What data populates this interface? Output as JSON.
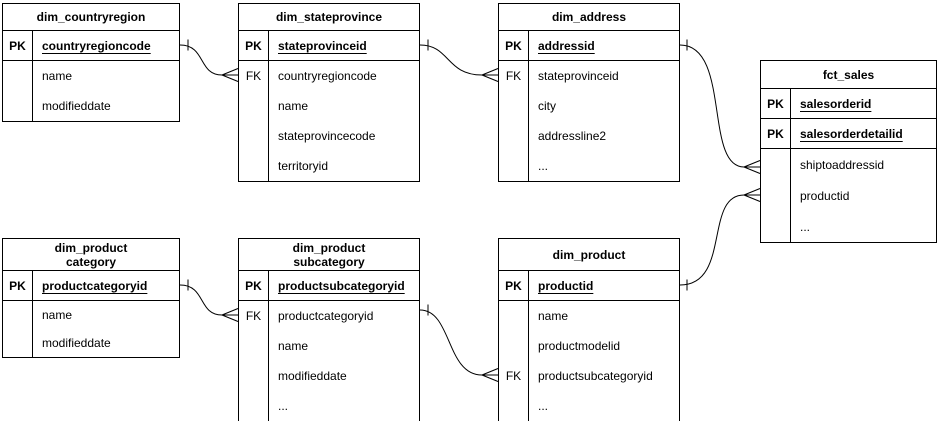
{
  "colors": {
    "line": "#000000",
    "background": "#ffffff",
    "text": "#000000"
  },
  "tables": {
    "countryregion": {
      "title": "dim_countryregion",
      "key_rows": [
        {
          "label": "PK",
          "name": "countryregioncode"
        }
      ],
      "attrs": [
        {
          "label": "",
          "name": "name"
        },
        {
          "label": "",
          "name": "modifieddate"
        }
      ]
    },
    "stateprovince": {
      "title": "dim_stateprovince",
      "key_rows": [
        {
          "label": "PK",
          "name": "stateprovinceid"
        }
      ],
      "attrs": [
        {
          "label": "FK",
          "name": "countryregioncode"
        },
        {
          "label": "",
          "name": "name"
        },
        {
          "label": "",
          "name": "stateprovincecode"
        },
        {
          "label": "",
          "name": "territoryid"
        }
      ]
    },
    "address": {
      "title": "dim_address",
      "key_rows": [
        {
          "label": "PK",
          "name": "addressid"
        }
      ],
      "attrs": [
        {
          "label": "FK",
          "name": "stateprovinceid"
        },
        {
          "label": "",
          "name": "city"
        },
        {
          "label": "",
          "name": "addressline2"
        },
        {
          "label": "",
          "name": "..."
        }
      ]
    },
    "fct_sales": {
      "title": "fct_sales",
      "key_rows": [
        {
          "label": "PK",
          "name": "salesorderid"
        },
        {
          "label": "PK",
          "name": "salesorderdetailid"
        }
      ],
      "attrs": [
        {
          "label": "",
          "name": "shiptoaddressid"
        },
        {
          "label": "",
          "name": "productid"
        },
        {
          "label": "",
          "name": "..."
        }
      ]
    },
    "category": {
      "title": "dim_product\ncategory",
      "key_rows": [
        {
          "label": "PK",
          "name": "productcategoryid"
        }
      ],
      "attrs": [
        {
          "label": "",
          "name": "name"
        },
        {
          "label": "",
          "name": "modifieddate"
        }
      ]
    },
    "subcategory": {
      "title": "dim_product\nsubcategory",
      "key_rows": [
        {
          "label": "PK",
          "name": "productsubcategoryid"
        }
      ],
      "attrs": [
        {
          "label": "FK",
          "name": "productcategoryid"
        },
        {
          "label": "",
          "name": "name"
        },
        {
          "label": "",
          "name": "modifieddate"
        },
        {
          "label": "",
          "name": "..."
        }
      ]
    },
    "product": {
      "title": "dim_product",
      "key_rows": [
        {
          "label": "PK",
          "name": "productid"
        }
      ],
      "attrs": [
        {
          "label": "",
          "name": "name"
        },
        {
          "label": "",
          "name": "productmodelid"
        },
        {
          "label": "FK",
          "name": "productsubcategoryid"
        },
        {
          "label": "",
          "name": "..."
        }
      ]
    }
  },
  "relationships": [
    {
      "from_table": "dim_countryregion",
      "from_column": "countryregioncode",
      "to_table": "dim_stateprovince",
      "to_column": "countryregioncode",
      "cardinality": "one-to-many"
    },
    {
      "from_table": "dim_stateprovince",
      "from_column": "stateprovinceid",
      "to_table": "dim_address",
      "to_column": "stateprovinceid",
      "cardinality": "one-to-many"
    },
    {
      "from_table": "dim_address",
      "from_column": "addressid",
      "to_table": "fct_sales",
      "to_column": "shiptoaddressid",
      "cardinality": "one-to-many"
    },
    {
      "from_table": "dim_product",
      "from_column": "productid",
      "to_table": "fct_sales",
      "to_column": "productid",
      "cardinality": "one-to-many"
    },
    {
      "from_table": "dim_product category",
      "from_column": "productcategoryid",
      "to_table": "dim_product subcategory",
      "to_column": "productcategoryid",
      "cardinality": "one-to-many"
    },
    {
      "from_table": "dim_product subcategory",
      "from_column": "productsubcategoryid",
      "to_table": "dim_product",
      "to_column": "productsubcategoryid",
      "cardinality": "one-to-many"
    }
  ]
}
